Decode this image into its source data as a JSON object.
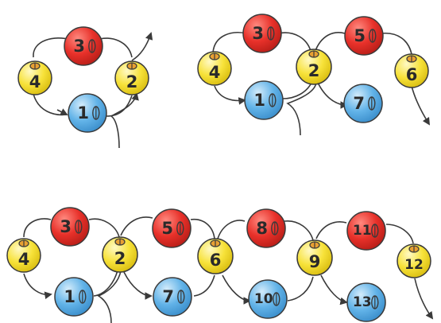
{
  "diagrams": [
    {
      "beads": [
        {
          "label": "3",
          "color": "red"
        },
        {
          "label": "4",
          "color": "yellow"
        },
        {
          "label": "2",
          "color": "yellow"
        },
        {
          "label": "1",
          "color": "blue"
        }
      ]
    },
    {
      "beads": [
        {
          "label": "3",
          "color": "red"
        },
        {
          "label": "5",
          "color": "red"
        },
        {
          "label": "4",
          "color": "yellow"
        },
        {
          "label": "2",
          "color": "yellow"
        },
        {
          "label": "6",
          "color": "yellow"
        },
        {
          "label": "1",
          "color": "blue"
        },
        {
          "label": "7",
          "color": "blue"
        }
      ]
    },
    {
      "beads": [
        {
          "label": "3",
          "color": "red"
        },
        {
          "label": "5",
          "color": "red"
        },
        {
          "label": "8",
          "color": "red"
        },
        {
          "label": "11",
          "color": "red"
        },
        {
          "label": "4",
          "color": "yellow"
        },
        {
          "label": "2",
          "color": "yellow"
        },
        {
          "label": "6",
          "color": "yellow"
        },
        {
          "label": "9",
          "color": "yellow"
        },
        {
          "label": "12",
          "color": "yellow"
        },
        {
          "label": "1",
          "color": "blue"
        },
        {
          "label": "7",
          "color": "blue"
        },
        {
          "label": "10",
          "color": "blue"
        },
        {
          "label": "13",
          "color": "blue"
        }
      ]
    }
  ],
  "colors": {
    "red": "#e8312a",
    "yellow": "#f7e23a",
    "blue": "#62b3e8",
    "outline": "#3a3a3a",
    "thread": "#3a3a3a",
    "text": "#2a2a2a"
  }
}
